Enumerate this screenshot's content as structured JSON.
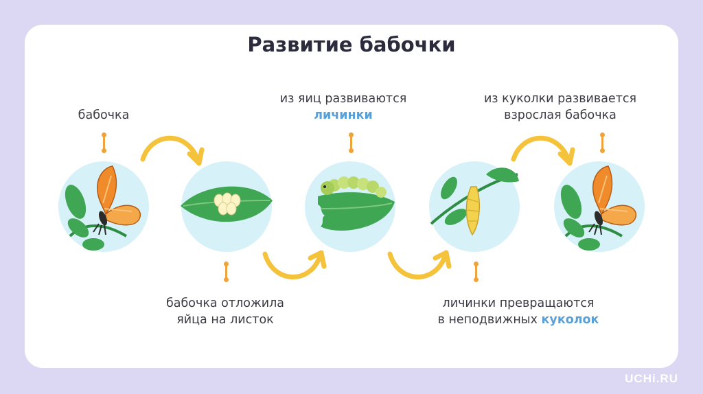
{
  "title": "Развитие бабочки",
  "labels": {
    "butterfly": "бабочка",
    "eggs_line1": "бабочка отложила",
    "eggs_line2": "яйца на листок",
    "larvae_line1": "из яиц развиваются",
    "larvae_highlight": "личинки",
    "pupa_line1": "личинки превращаются",
    "pupa_line2_prefix": "в неподвижных ",
    "pupa_highlight": "куколок",
    "adult_line1": "из куколки развивается",
    "adult_line2": "взрослая бабочка"
  },
  "colors": {
    "background": "#dcd8f3",
    "accent_orange": "#f0a33a",
    "arrow_yellow": "#f5c33b",
    "circle_fill": "#d6f1f8",
    "leaf_green": "#3fa653",
    "highlight_blue": "#5a9fd6",
    "butterfly_orange": "#f08b2b"
  },
  "stages": [
    {
      "name": "butterfly",
      "icon": "butterfly-icon"
    },
    {
      "name": "eggs",
      "icon": "eggs-on-leaf-icon"
    },
    {
      "name": "caterpillar",
      "icon": "caterpillar-icon"
    },
    {
      "name": "pupa",
      "icon": "pupa-icon"
    },
    {
      "name": "adult",
      "icon": "butterfly-icon"
    }
  ],
  "watermark": "UCHi.RU"
}
